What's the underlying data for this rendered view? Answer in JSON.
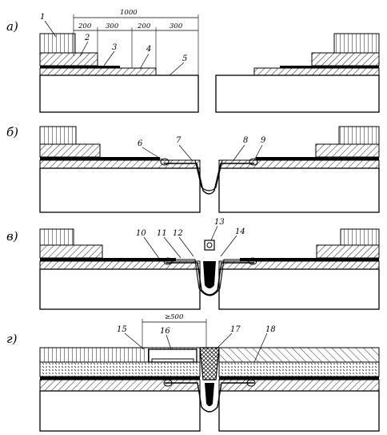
{
  "sections": [
    {
      "id": "a",
      "label": "а)"
    },
    {
      "id": "b",
      "label": "б)"
    },
    {
      "id": "v",
      "label": "в)"
    },
    {
      "id": "g",
      "label": "г)"
    }
  ],
  "dimensions": {
    "total": "1000",
    "seg1": "200",
    "seg2": "300",
    "seg3": "200",
    "seg4": "300",
    "min_gap": "≥500"
  },
  "callouts": [
    "1",
    "2",
    "3",
    "4",
    "5",
    "6",
    "7",
    "8",
    "9",
    "10",
    "11",
    "12",
    "13",
    "14",
    "15",
    "16",
    "17",
    "18"
  ],
  "colors": {
    "ink": "#000000",
    "paper": "#ffffff"
  }
}
